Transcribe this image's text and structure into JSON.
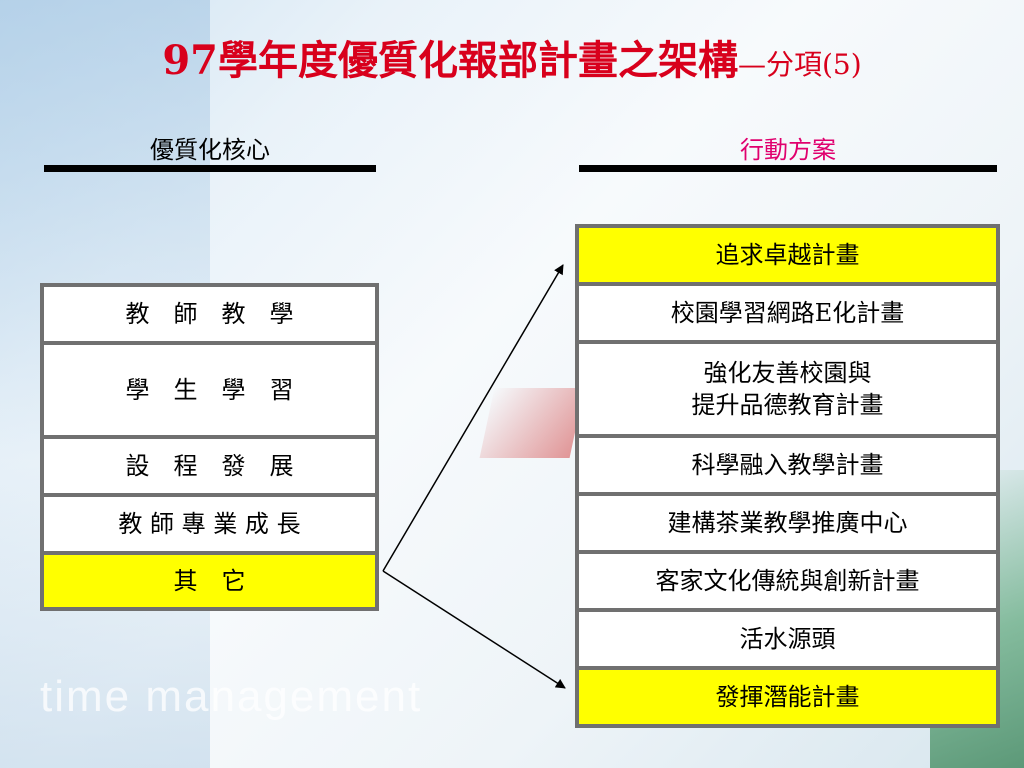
{
  "title": {
    "main": "97學年度優質化報部計畫之架構",
    "sub": "—分項(5)"
  },
  "left": {
    "header": "優質化核心",
    "items": [
      {
        "label": "教　師　教　學",
        "highlight": false
      },
      {
        "label": "學　生　學　習",
        "highlight": false
      },
      {
        "label": "設　程　發　展",
        "highlight": false
      },
      {
        "label": "教 師 專 業 成 長",
        "highlight": false
      },
      {
        "label": "其　它",
        "highlight": true
      }
    ]
  },
  "right": {
    "header": "行動方案",
    "items": [
      {
        "label": "追求卓越計畫",
        "highlight": true
      },
      {
        "label": "校園學習網路E化計畫",
        "highlight": false
      },
      {
        "label": "強化友善校園與\n提升品德教育計畫",
        "highlight": false
      },
      {
        "label": "科學融入教學計畫",
        "highlight": false
      },
      {
        "label": "建構茶業教學推廣中心",
        "highlight": false
      },
      {
        "label": "客家文化傳統與創新計畫",
        "highlight": false
      },
      {
        "label": "活水源頭",
        "highlight": false
      },
      {
        "label": "發揮潛能計畫",
        "highlight": true
      }
    ]
  },
  "colors": {
    "title": "#d8001c",
    "right_header": "#e0006e",
    "highlight": "#ffff00",
    "border": "#707070"
  },
  "background_text": "time management"
}
